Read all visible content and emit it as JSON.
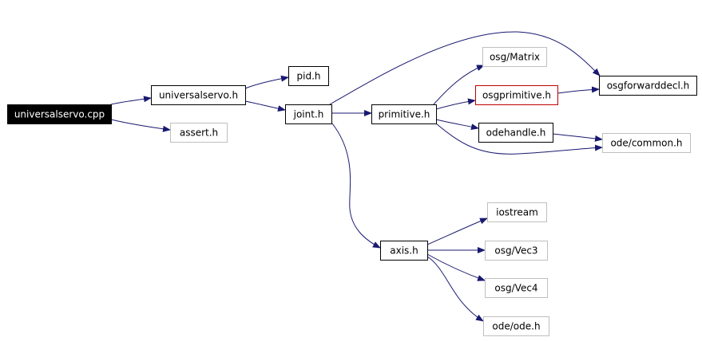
{
  "colors": {
    "edge": "#191970",
    "border_primary": "#000000",
    "border_external": "#bfbfbf",
    "border_highlight": "#c00000",
    "root_fill": "#000000",
    "root_text": "#ffffff",
    "text": "#000000"
  },
  "nodes": [
    {
      "id": "universalservo_cpp",
      "label": "universalservo.cpp",
      "kind": "root"
    },
    {
      "id": "universalservo_h",
      "label": "universalservo.h",
      "kind": "primary"
    },
    {
      "id": "pid_h",
      "label": "pid.h",
      "kind": "primary"
    },
    {
      "id": "assert_h",
      "label": "assert.h",
      "kind": "external"
    },
    {
      "id": "joint_h",
      "label": "joint.h",
      "kind": "primary"
    },
    {
      "id": "primitive_h",
      "label": "primitive.h",
      "kind": "primary"
    },
    {
      "id": "osg_matrix",
      "label": "osg/Matrix",
      "kind": "external"
    },
    {
      "id": "osgprimitive_h",
      "label": "osgprimitive.h",
      "kind": "highlight"
    },
    {
      "id": "osgforwarddecl_h",
      "label": "osgforwarddecl.h",
      "kind": "primary"
    },
    {
      "id": "odehandle_h",
      "label": "odehandle.h",
      "kind": "primary"
    },
    {
      "id": "ode_common_h",
      "label": "ode/common.h",
      "kind": "external"
    },
    {
      "id": "axis_h",
      "label": "axis.h",
      "kind": "primary"
    },
    {
      "id": "iostream",
      "label": "iostream",
      "kind": "external"
    },
    {
      "id": "osg_vec3",
      "label": "osg/Vec3",
      "kind": "external"
    },
    {
      "id": "osg_vec4",
      "label": "osg/Vec4",
      "kind": "external"
    },
    {
      "id": "ode_ode_h",
      "label": "ode/ode.h",
      "kind": "external"
    }
  ],
  "edges": [
    {
      "from": "universalservo_cpp",
      "to": "universalservo_h"
    },
    {
      "from": "universalservo_cpp",
      "to": "assert_h"
    },
    {
      "from": "universalservo_h",
      "to": "pid_h"
    },
    {
      "from": "universalservo_h",
      "to": "joint_h"
    },
    {
      "from": "joint_h",
      "to": "primitive_h"
    },
    {
      "from": "joint_h",
      "to": "osgforwarddecl_h"
    },
    {
      "from": "joint_h",
      "to": "axis_h"
    },
    {
      "from": "primitive_h",
      "to": "osg_matrix"
    },
    {
      "from": "primitive_h",
      "to": "osgprimitive_h"
    },
    {
      "from": "primitive_h",
      "to": "odehandle_h"
    },
    {
      "from": "primitive_h",
      "to": "ode_common_h"
    },
    {
      "from": "osgprimitive_h",
      "to": "osgforwarddecl_h"
    },
    {
      "from": "odehandle_h",
      "to": "ode_common_h"
    },
    {
      "from": "axis_h",
      "to": "iostream"
    },
    {
      "from": "axis_h",
      "to": "osg_vec3"
    },
    {
      "from": "axis_h",
      "to": "osg_vec4"
    },
    {
      "from": "axis_h",
      "to": "ode_ode_h"
    }
  ]
}
